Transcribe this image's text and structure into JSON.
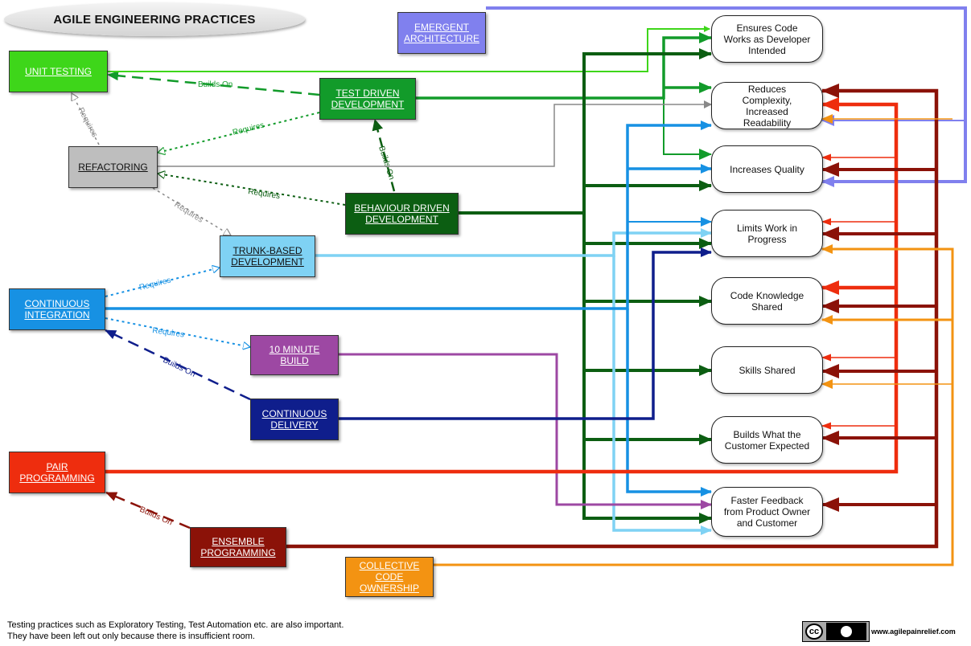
{
  "title": "AGILE ENGINEERING PRACTICES",
  "practices": {
    "unit_testing": "UNIT TESTING",
    "emergent_architecture": "EMERGENT ARCHITECTURE",
    "test_driven_development": "TEST DRIVEN DEVELOPMENT",
    "refactoring": "REFACTORING",
    "behaviour_driven_development": "BEHAVIOUR DRIVEN DEVELOPMENT",
    "trunk_based_development": "TRUNK-BASED DEVELOPMENT",
    "continuous_integration": "CONTINUOUS INTEGRATION",
    "ten_minute_build": "10 MINUTE BUILD",
    "continuous_delivery": "CONTINUOUS DELIVERY",
    "pair_programming": "PAIR PROGRAMMING",
    "ensemble_programming": "ENSEMBLE PROGRAMMING",
    "collective_code_ownership": "COLLECTIVE CODE OWNERSHIP"
  },
  "outcomes": {
    "ensures_code_works": "Ensures Code Works as Developer Intended",
    "reduces_complexity": "Reduces Complexity, Increased Readability",
    "increases_quality": "Increases Quality",
    "limits_wip": "Limits Work in Progress",
    "code_knowledge_shared": "Code Knowledge Shared",
    "skills_shared": "Skills Shared",
    "builds_what_customer_expected": "Builds What the Customer Expected",
    "faster_feedback": "Faster Feedback from Product Owner and Customer"
  },
  "relation_labels": {
    "tdd_builds_on_unit": "Builds On",
    "unit_requires": "Requires",
    "tdd_requires_refactoring": "Requires",
    "bdd_builds_on_tdd": "Builds On",
    "bdd_requires_refactoring": "Requires",
    "refactoring_requires_tbd": "Requires",
    "ci_requires_tbd": "Requires",
    "ci_requires_build": "Requires",
    "cd_builds_on_ci": "Builds On",
    "ensemble_builds_on_pair": "Builds On"
  },
  "footer": {
    "line1": "Testing practices such as Exploratory Testing, Test Automation etc. are also important.",
    "line2": "They have been left out only because there is insufficient room."
  },
  "license_badge": "cc",
  "site": "www.agilepainrelief.com",
  "colors": {
    "unit_testing": "#3ed61a",
    "emergent_architecture": "#8080ee",
    "tdd": "#129b2a",
    "refactoring": "#bebebe",
    "bdd": "#0c5e12",
    "tbd": "#7fd2f4",
    "ci": "#1791e3",
    "ten_minute_build": "#9d48a3",
    "continuous_delivery": "#0f1e8c",
    "pair_programming": "#ee2d0e",
    "ensemble_programming": "#8b1208",
    "collective_code_ownership": "#f39312"
  },
  "icons": [
    "cc-icon",
    "by-icon"
  ]
}
